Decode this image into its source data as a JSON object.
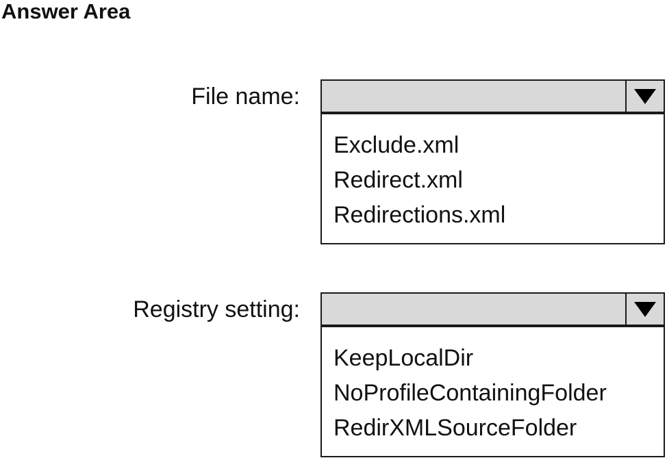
{
  "header": {
    "title": "Answer Area"
  },
  "dropdowns": [
    {
      "label": "File name:",
      "selected": "",
      "options": [
        "Exclude.xml",
        "Redirect.xml",
        "Redirections.xml"
      ]
    },
    {
      "label": "Registry setting:",
      "selected": "",
      "options": [
        "KeepLocalDir",
        "NoProfileContainingFolder",
        "RedirXMLSourceFolder"
      ]
    }
  ],
  "colors": {
    "select_background": "#d9d9d9",
    "border": "#1a1a1a",
    "text": "#111111"
  },
  "icons": {
    "dropdown_arrow": "triangle-down-icon"
  }
}
